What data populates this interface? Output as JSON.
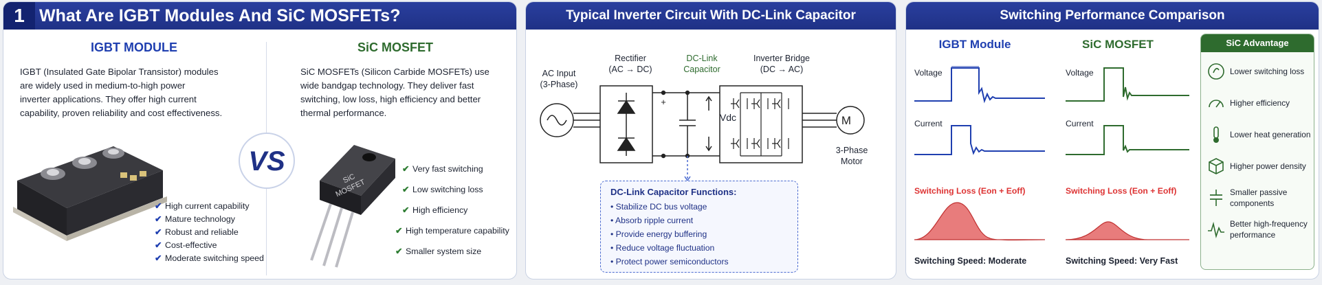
{
  "panel1": {
    "number": "1",
    "title": "What Are IGBT Modules And SiC MOSFETs?",
    "igbt": {
      "title": "IGBT MODULE",
      "description": [
        "IGBT (Insulated Gate Bipolar Transistor) modules",
        "are widely used in medium-to-high power",
        "inverter applications. They offer high current",
        "capability, proven reliability and cost effectiveness."
      ],
      "bullets": [
        "High current capability",
        "Mature technology",
        "Robust and reliable",
        "Cost-effective",
        "Moderate switching speed"
      ]
    },
    "vs": "VS",
    "sic": {
      "title": "SiC MOSFET",
      "description": [
        "SiC MOSFETs (Silicon Carbide MOSFETs) use",
        "wide bandgap technology. They deliver fast",
        "switching, low loss, high efficiency and better",
        "thermal performance."
      ],
      "bullets": [
        "Very fast switching",
        "Low switching loss",
        "High efficiency",
        "High temperature capability",
        "Smaller system size"
      ],
      "package_label": [
        "SiC",
        "MOSFET"
      ]
    },
    "check": "✔"
  },
  "panel2": {
    "title": "Typical Inverter Circuit With DC-Link Capacitor",
    "ac_input": [
      "AC Input",
      "(3-Phase)"
    ],
    "rectifier": [
      "Rectifier",
      "(AC → DC)"
    ],
    "dclink": [
      "DC-Link",
      "Capacitor"
    ],
    "inverter": [
      "Inverter Bridge",
      "(DC → AC)"
    ],
    "vdc": "Vdc",
    "motor_symbol": "M",
    "motor_label": [
      "3-Phase",
      "Motor"
    ],
    "plus": "+",
    "functions_title": "DC-Link Capacitor Functions:",
    "functions": [
      "Stabilize DC bus voltage",
      "Absorb ripple current",
      "Provide energy buffering",
      "Reduce voltage fluctuation",
      "Protect power semiconductors"
    ],
    "bullet": "•"
  },
  "panel3": {
    "title": "Switching Performance Comparison",
    "igbt": {
      "title": "IGBT Module",
      "voltage": "Voltage",
      "current": "Current",
      "loss": "Switching Loss (Eon + Eoff)",
      "speed": "Switching Speed: Moderate"
    },
    "sic": {
      "title": "SiC MOSFET",
      "voltage": "Voltage",
      "current": "Current",
      "loss": "Switching Loss (Eon + Eoff)",
      "speed": "Switching Speed: Very Fast"
    },
    "advantage": {
      "title": "SiC Advantage",
      "items": [
        "Lower switching loss",
        "Higher efficiency",
        "Lower heat generation",
        "Higher power density",
        "Smaller passive components",
        "Better high-frequency performance"
      ]
    }
  },
  "colors": {
    "navy": "#1f3186",
    "igbt_blue": "#1f3fb0",
    "sic_green": "#2e6b2e",
    "loss_red": "#e05050",
    "dash_blue": "#4a6ad0"
  }
}
